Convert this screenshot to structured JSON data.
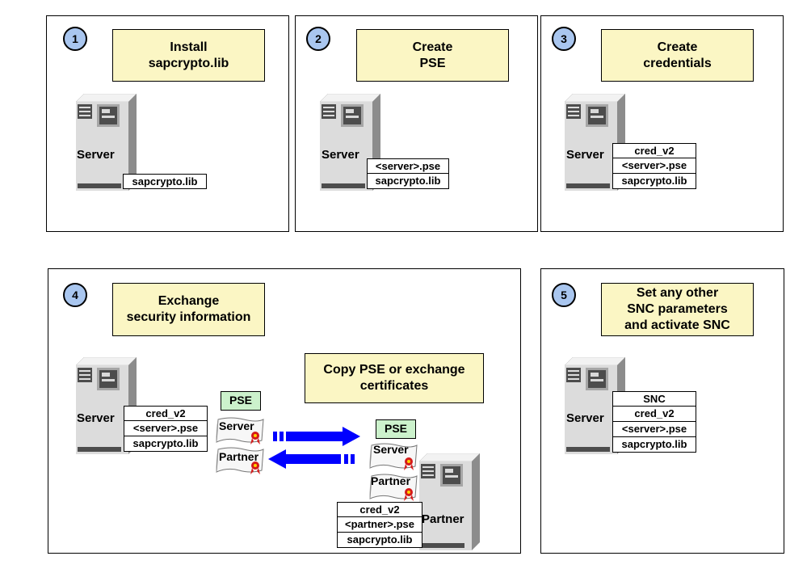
{
  "panels": [
    {
      "number": "1",
      "note": [
        "Install",
        "sapcrypto.lib"
      ],
      "server_label": "Server",
      "files": [
        "sapcrypto.lib"
      ]
    },
    {
      "number": "2",
      "note": [
        "Create",
        "PSE"
      ],
      "server_label": "Server",
      "files": [
        "<server>.pse",
        "sapcrypto.lib"
      ]
    },
    {
      "number": "3",
      "note": [
        "Create",
        "credentials"
      ],
      "server_label": "Server",
      "files": [
        "cred_v2",
        "<server>.pse",
        "sapcrypto.lib"
      ]
    },
    {
      "number": "4",
      "note": [
        "Exchange",
        "security information"
      ],
      "server_label": "Server",
      "files": [
        "cred_v2",
        "<server>.pse",
        "sapcrypto.lib"
      ]
    },
    {
      "number": "5",
      "note": [
        "Set any other",
        "SNC parameters",
        "and activate SNC"
      ],
      "server_label": "Server",
      "files": [
        "SNC",
        "cred_v2",
        "<server>.pse",
        "sapcrypto.lib"
      ]
    }
  ],
  "exchange": {
    "note": [
      "Copy PSE or exchange",
      "certificates"
    ],
    "pse_label": "PSE",
    "cert_server": "Server",
    "cert_partner": "Partner",
    "partner_label": "Partner",
    "partner_files": [
      "cred_v2",
      "<partner>.pse",
      "sapcrypto.lib"
    ]
  },
  "colors": {
    "number_circle": "#a9c6ef",
    "note_bg": "#fbf6c4",
    "pse_bg": "#ccf2cc",
    "arrow": "#0000ff",
    "server_body": "#d9d9d9"
  }
}
